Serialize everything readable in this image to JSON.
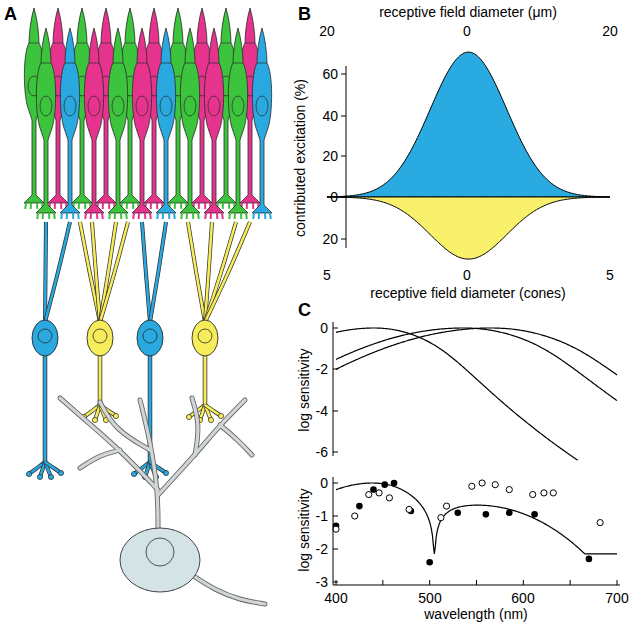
{
  "diagram": {
    "labels": [
      "A",
      "B",
      "receptive field diameter (μm)",
      "20",
      "0",
      "20",
      "contributed excitation (%)",
      "60",
      "40",
      "20",
      "0",
      "20",
      "5",
      "0",
      "5",
      "receptive field diameter (cones)",
      "C",
      "log sensitivity",
      "0",
      "-2",
      "-4",
      "-6",
      "log sensitivity",
      "0",
      "-1",
      "-2",
      "-3",
      "400",
      "500",
      "600",
      "700",
      "wavelength (nm)"
    ]
  }
}
